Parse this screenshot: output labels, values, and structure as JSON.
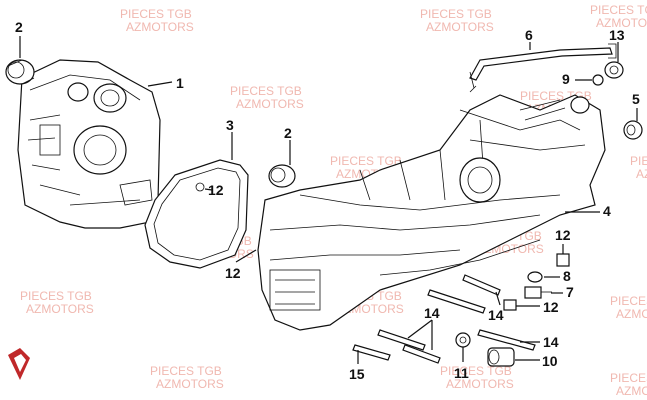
{
  "watermark": {
    "line1": "PIECES TGB",
    "line2": "AZMOTORS",
    "color": "#f0b8b0"
  },
  "callouts": [
    {
      "id": "c1",
      "label": "1"
    },
    {
      "id": "c2a",
      "label": "2"
    },
    {
      "id": "c2b",
      "label": "2"
    },
    {
      "id": "c3",
      "label": "3"
    },
    {
      "id": "c4",
      "label": "4"
    },
    {
      "id": "c5",
      "label": "5"
    },
    {
      "id": "c6",
      "label": "6"
    },
    {
      "id": "c7",
      "label": "7"
    },
    {
      "id": "c8",
      "label": "8"
    },
    {
      "id": "c9",
      "label": "9"
    },
    {
      "id": "c10",
      "label": "10"
    },
    {
      "id": "c11",
      "label": "11"
    },
    {
      "id": "c12a",
      "label": "12"
    },
    {
      "id": "c12b",
      "label": "12"
    },
    {
      "id": "c12c",
      "label": "12"
    },
    {
      "id": "c12d",
      "label": "12"
    },
    {
      "id": "c13",
      "label": "13"
    },
    {
      "id": "c14a",
      "label": "14"
    },
    {
      "id": "c14b",
      "label": "14"
    },
    {
      "id": "c14c",
      "label": "14"
    },
    {
      "id": "c15",
      "label": "15"
    }
  ],
  "colors": {
    "line": "#111111",
    "brand_logo": "#c0282a"
  }
}
